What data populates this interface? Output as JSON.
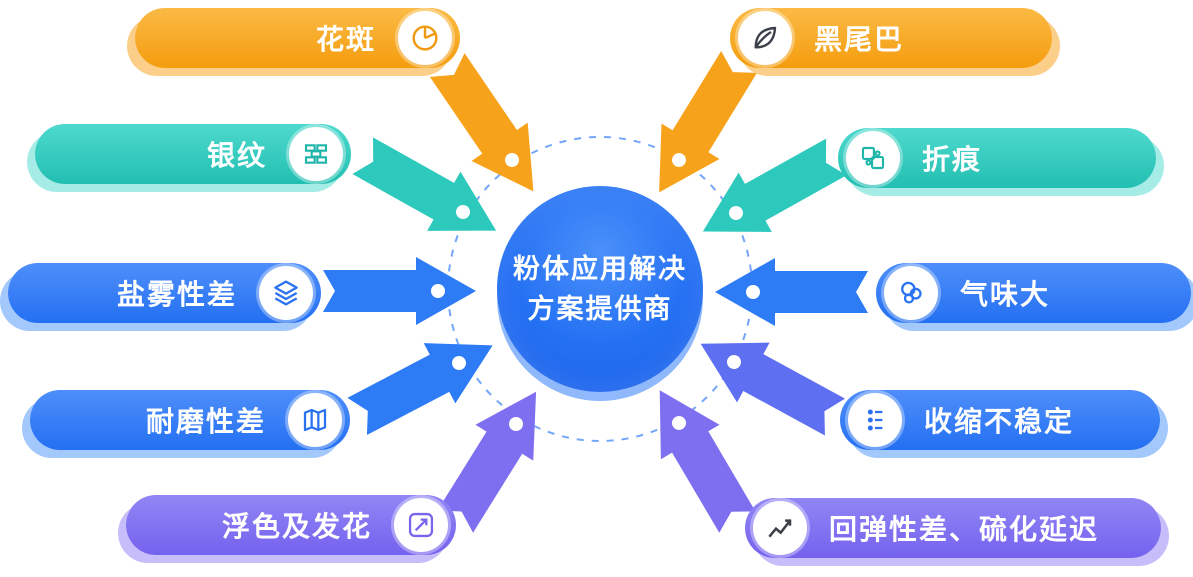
{
  "center": {
    "title_line1": "粉体应用解决",
    "title_line2": "方案提供商"
  },
  "nodes": [
    {
      "label": "花斑",
      "icon": "pie-chart-icon",
      "theme": "orange"
    },
    {
      "label": "黑尾巴",
      "icon": "leaf-icon",
      "theme": "orange"
    },
    {
      "label": "银纹",
      "icon": "bricks-icon",
      "theme": "teal"
    },
    {
      "label": "折痕",
      "icon": "puzzle-icon",
      "theme": "teal"
    },
    {
      "label": "盐雾性差",
      "icon": "layers-icon",
      "theme": "blue"
    },
    {
      "label": "气味大",
      "icon": "bubbles-icon",
      "theme": "blue"
    },
    {
      "label": "耐磨性差",
      "icon": "map-icon",
      "theme": "blue"
    },
    {
      "label": "收缩不稳定",
      "icon": "molecule-icon",
      "theme": "blue"
    },
    {
      "label": "浮色及发花",
      "icon": "trend-arrow-icon",
      "theme": "purple"
    },
    {
      "label": "回弹性差、硫化延迟",
      "icon": "line-chart-icon",
      "theme": "purple"
    }
  ],
  "colors": {
    "orange": "#F7A21B",
    "orange-light": "#FBCF8A",
    "teal": "#2EC9BD",
    "teal-light": "#A6ECE6",
    "blue": "#2E7BF6",
    "blue-light": "#A3C8FC",
    "indigo": "#5F6FF2",
    "purple": "#7E6EF0",
    "purple-light": "#C6BDFA",
    "dash": "#5B96FA",
    "center-shadow": "#8FB9FB",
    "background": "#FFFFFF"
  }
}
